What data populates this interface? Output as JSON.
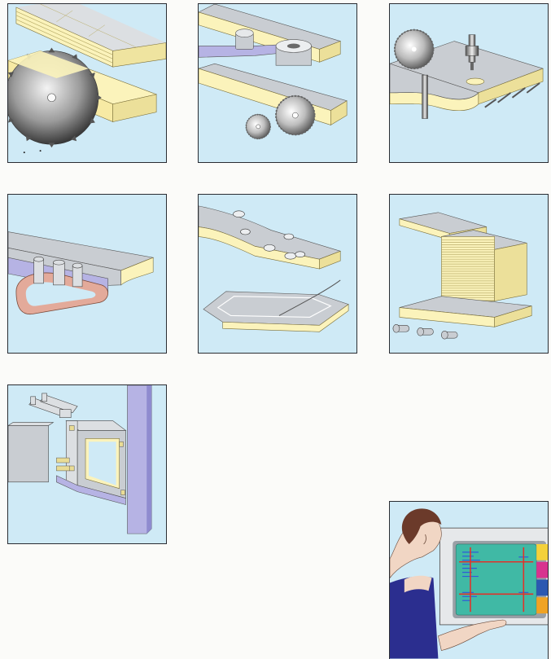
{
  "illustrations": [
    {
      "name": "panel-cutting-saw",
      "icon": "circular-saw-icon"
    },
    {
      "name": "edge-profiling-saws",
      "icon": "circular-saws-icon"
    },
    {
      "name": "drilling-routing",
      "icon": "drill-bit-icon"
    },
    {
      "name": "profile-shaping",
      "icon": "shaper-cutter-icon"
    },
    {
      "name": "curved-edge-milling",
      "icon": "milling-cutter-icon"
    },
    {
      "name": "veneer-pressing",
      "icon": "press-stack-icon"
    },
    {
      "name": "cabinet-assembly",
      "icon": "clamp-frame-icon"
    },
    {
      "name": "operator-monitor",
      "icon": "operator-screen-icon"
    }
  ],
  "colors": {
    "tile_background": "#cfeaf6",
    "wood_face": "#fbf3bb",
    "board_top": "#cdd1d6",
    "accent_purple": "#b6b3e4",
    "accent_salmon": "#e3aa9a",
    "screen_green": "#40b9a5",
    "tab_yellow": "#f4d13b",
    "tab_magenta": "#d8338f",
    "tab_blue": "#2b58b1",
    "tab_orange": "#f0a324"
  }
}
